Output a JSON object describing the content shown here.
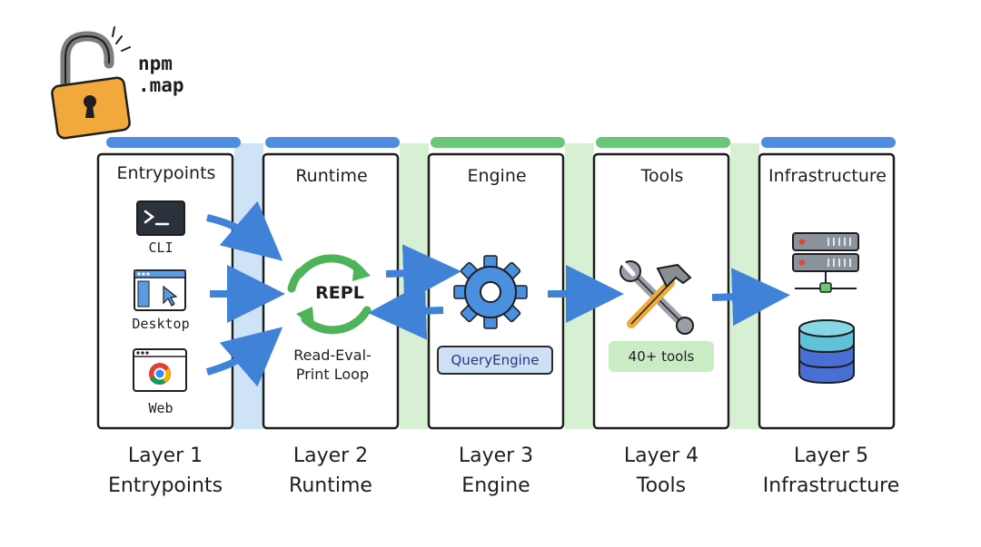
{
  "brand": {
    "line1": "npm",
    "line2": ".map",
    "lock_color": "#f2a93b"
  },
  "colors": {
    "blue_band": "#4f8de0",
    "blue_bg": "#cfe3f7",
    "green_band": "#6cc67a",
    "green_bg": "#d7f0d4",
    "arrow": "#3f82d8",
    "gear": "#4a8fe0",
    "repl_green": "#4fb35a"
  },
  "panels": [
    {
      "title": "Entrypoints",
      "layer_line1": "Layer 1",
      "layer_line2": "Entrypoints"
    },
    {
      "title": "Runtime",
      "layer_line1": "Layer 2",
      "layer_line2": "Runtime"
    },
    {
      "title": "Engine",
      "layer_line1": "Layer 3",
      "layer_line2": "Engine"
    },
    {
      "title": "Tools",
      "layer_line1": "Layer 4",
      "layer_line2": "Tools"
    },
    {
      "title": "Infrastructure",
      "layer_line1": "Layer 5",
      "layer_line2": "Infrastructure"
    }
  ],
  "entrypoints": {
    "cli": "CLI",
    "desktop": "Desktop",
    "web": "Web"
  },
  "runtime": {
    "repl": "REPL",
    "caption_line1": "Read-Eval-",
    "caption_line2": "Print Loop"
  },
  "engine": {
    "pill": "QueryEngine"
  },
  "tools": {
    "pill": "40+ tools"
  },
  "icons": {
    "brand": "padlock-icon",
    "cli": "terminal-icon",
    "desktop": "desktop-window-icon",
    "web": "browser-icon",
    "runtime": "refresh-cycle-icon",
    "engine": "gear-icon",
    "tools": "wrench-hammer-icon",
    "server": "server-rack-icon",
    "database": "database-icon"
  }
}
